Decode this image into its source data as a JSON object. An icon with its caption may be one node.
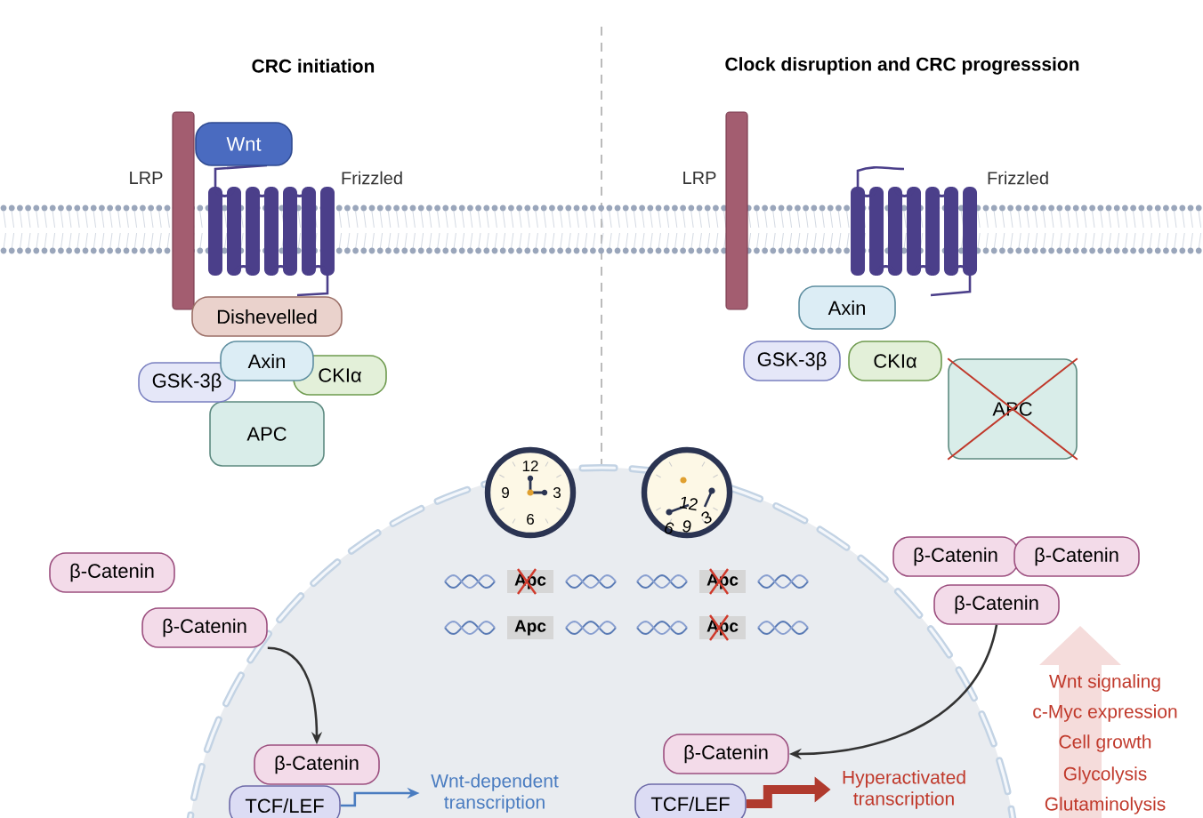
{
  "diagram": {
    "nodes": [
      {
        "text": [
          "Wnt"
        ]
      },
      {
        "text": [
          "Dishevelled"
        ]
      },
      {
        "text": [
          "Axin"
        ]
      },
      {
        "text": [
          "GSK-3β"
        ]
      },
      {
        "text": [
          "CKIα"
        ]
      },
      {
        "text": [
          "APC"
        ]
      },
      {
        "text": [
          "β-Catenin"
        ]
      },
      {
        "text": [
          "β-Catenin"
        ]
      },
      {
        "text": [
          "β-Catenin"
        ]
      },
      {
        "text": [
          "TCF/LEF"
        ]
      },
      {
        "text": [
          "Axin"
        ]
      },
      {
        "text": [
          "GSK-3β"
        ]
      },
      {
        "text": [
          "CKIα"
        ]
      },
      {
        "text": [
          "APC"
        ]
      },
      {
        "text": [
          "β-Catenin"
        ]
      },
      {
        "text": [
          "β-Catenin"
        ]
      },
      {
        "text": [
          "β-Catenin"
        ]
      },
      {
        "text": [
          "β-Catenin"
        ]
      },
      {
        "text": [
          "TCF/LEF"
        ]
      },
      {
        "text": [
          "Wnt-dependent transcription"
        ]
      },
      {
        "text": [
          "Hyperactivated transcription"
        ]
      }
    ],
    "edges": [
      {
        "from": 7,
        "to": 8,
        "arrow": "to"
      },
      {
        "from": 16,
        "to": 17,
        "arrow": "to"
      },
      {
        "from": 9,
        "to": 19,
        "arrow": "to",
        "color": "#4a7cc0"
      },
      {
        "from": 18,
        "to": 20,
        "arrow": "to",
        "style": "thick",
        "color": "#b03a2e"
      }
    ],
    "labels": [
      "CRC initiation",
      "Clock disruption and CRC progresssion",
      "LRP",
      "Frizzled",
      "LRP",
      "Frizzled",
      "12",
      "9",
      "3",
      "6",
      "12",
      "9",
      "6",
      "3",
      "Apc",
      "Apc",
      "Apc",
      "Apc",
      "Wnt signaling",
      "c-Myc expression",
      "Cell growth",
      "Glycolysis",
      "Glutaminolysis"
    ]
  }
}
